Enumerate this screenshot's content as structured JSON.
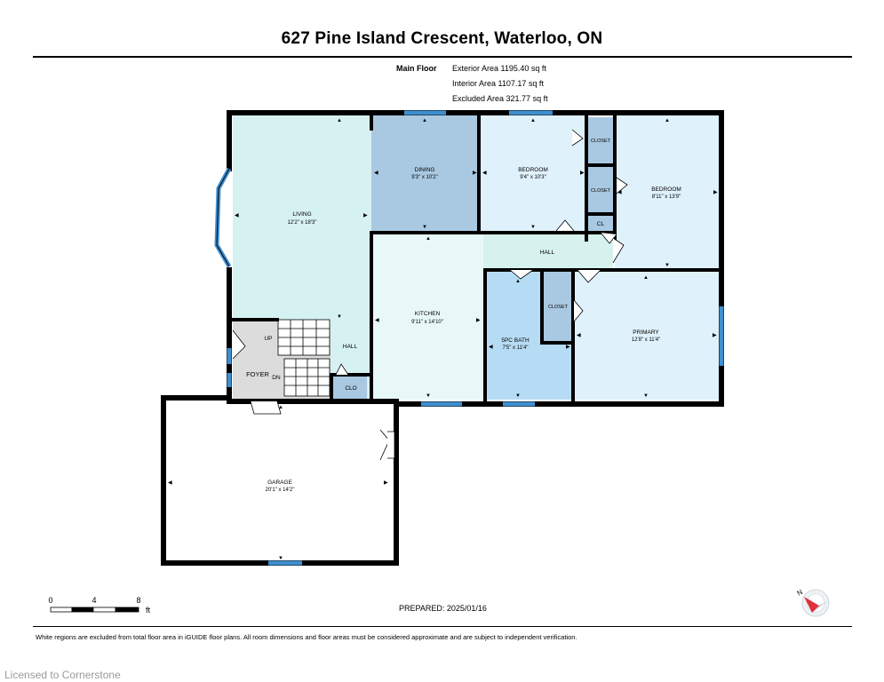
{
  "header": {
    "title": "627 Pine Island Crescent, Waterloo, ON"
  },
  "areas": {
    "floor_label": "Main Floor",
    "exterior": "Exterior Area 1195.40 sq ft",
    "interior": "Interior Area 1107.17 sq ft",
    "excluded": "Excluded Area 321.77 sq ft"
  },
  "rooms": {
    "living": {
      "name": "LIVING",
      "dim": "12'2\" x 18'3\""
    },
    "dining": {
      "name": "DINING",
      "dim": "9'3\" x 10'2\""
    },
    "bedroom1": {
      "name": "BEDROOM",
      "dim": "9'4\" x 10'3\""
    },
    "bedroom2": {
      "name": "BEDROOM",
      "dim": "8'11\" x 13'9\""
    },
    "kitchen": {
      "name": "KITCHEN",
      "dim": "9'11\" x 14'10\""
    },
    "bath": {
      "name": "5PC BATH",
      "dim": "7'5\" x 11'4\""
    },
    "primary": {
      "name": "PRIMARY",
      "dim": "12'8\" x 11'4\""
    },
    "garage": {
      "name": "GARAGE",
      "dim": "20'1\" x 14'2\""
    },
    "hall_upper": {
      "name": "HALL"
    },
    "hall_lower": {
      "name": "HALL"
    },
    "foyer": {
      "name": "FOYER"
    },
    "closet1": {
      "name": "CLOSET"
    },
    "closet2": {
      "name": "CLOSET"
    },
    "closet3": {
      "name": "CLOSET"
    },
    "cl": {
      "name": "CL"
    },
    "clo": {
      "name": "CLO"
    },
    "stair_up": {
      "name": "UP"
    },
    "stair_dn": {
      "name": "DN"
    }
  },
  "scale": {
    "ticks": [
      "0",
      "4",
      "8"
    ],
    "unit": "ft"
  },
  "footer": {
    "prepared": "PREPARED: 2025/01/16",
    "disclaimer": "White regions are excluded from total floor area in iGUIDE floor plans. All room dimensions and floor areas must be considered approximate and are subject to independent verification.",
    "licensed": "Licensed to Cornerstone"
  },
  "compass": {
    "label": "N"
  },
  "colors": {
    "living": "#d6f1f1",
    "dining": "#a9c8e1",
    "bedroom": "#dff1fb",
    "kitchen": "#e8f8f8",
    "hall": "#d6f1ee",
    "bath": "#b6dcf5",
    "closet": "#a9c8e1",
    "foyer": "#dcdcdc",
    "window": "#3f8fd0",
    "wall": "#000000"
  }
}
